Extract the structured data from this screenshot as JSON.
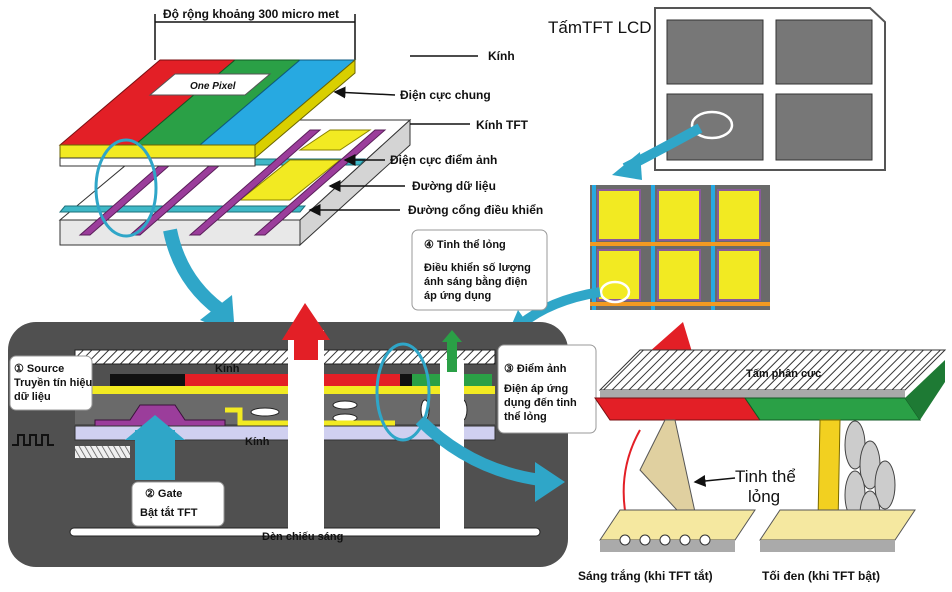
{
  "top_stack": {
    "width_label": "Độ rộng khoảng 300 micro met",
    "pixel_label": "One Pixel",
    "callouts": [
      "Kính",
      "Điện cực chung",
      "Kính TFT",
      "Điện cực điểm ảnh",
      "Đường dữ liệu",
      "Đường cổng điều khiển"
    ]
  },
  "tft_panel": {
    "title": "TấmTFT LCD"
  },
  "cross_section": {
    "glass_top": "Kính",
    "glass_bottom": "Kính",
    "backlight": "Đèn chiếu sáng",
    "source_title": "① Source",
    "source_desc": [
      "Truyền tín hiệu",
      "dữ liệu"
    ],
    "gate_title": "② Gate",
    "gate_desc": "Bật tắt TFT",
    "pixel_title": "③ Điểm ảnh",
    "pixel_desc": [
      "Điện áp ứng",
      "dụng đến tinh",
      "thể lỏng"
    ],
    "lc_title": "④ Tinh thể lỏng",
    "lc_desc": [
      "Điều khiển số lượng",
      "ánh sáng bằng điện",
      "áp ứng dụng"
    ]
  },
  "lc_view": {
    "polarizer": "Tấm phân cực",
    "lc_label": [
      "Tinh thể",
      "lỏng"
    ],
    "left_caption": "Sáng trắng (khi TFT tắt)",
    "right_caption": "Tối đen (khi TFT bật)"
  },
  "colors": {
    "red": "#e31f26",
    "green": "#2aa046",
    "blue": "#27a9e1",
    "yellow": "#f2ea22",
    "purple": "#8e3a8e",
    "cyan_arrow": "#2fa6c8",
    "dark_panel": "#505050"
  }
}
